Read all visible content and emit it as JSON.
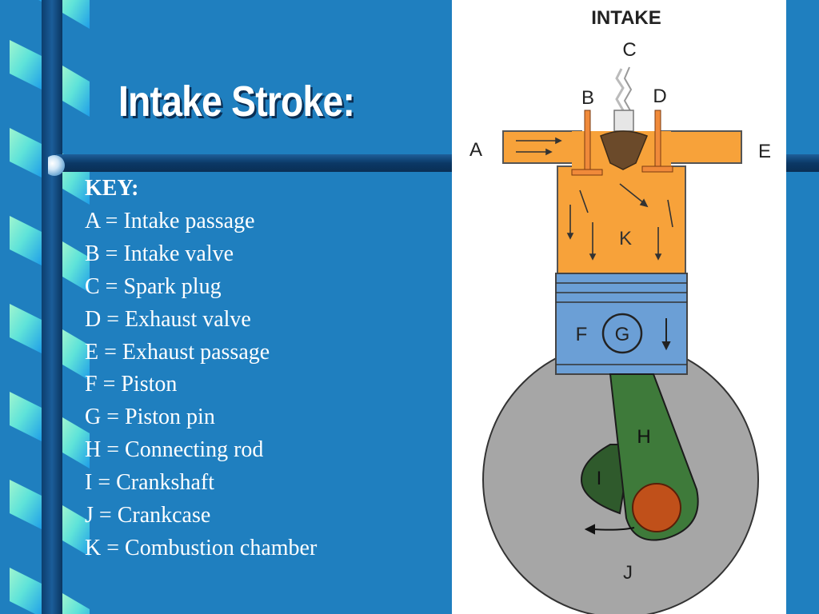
{
  "slide": {
    "title": "Intake Stroke:",
    "key_heading": "KEY:",
    "key_items": [
      "A = Intake passage",
      "B = Intake valve",
      "C = Spark plug",
      "D = Exhaust valve",
      "E = Exhaust passage",
      "F = Piston",
      "G = Piston pin",
      "H = Connecting rod",
      "I = Crankshaft",
      "J = Crankcase",
      "K = Combustion chamber"
    ]
  },
  "diagram": {
    "caption": "INTAKE",
    "labels": {
      "a": "A",
      "b": "B",
      "c": "C",
      "d": "D",
      "e": "E",
      "f": "F",
      "g": "G",
      "h": "H",
      "i": "I",
      "j": "J",
      "k": "K"
    }
  },
  "colors": {
    "background": "#1f7fbf",
    "title_text": "#ffffff",
    "combustion_chamber": "#f7a23a",
    "piston": "#6b9fd6",
    "connecting_rod": "#3e7a3a",
    "crankcase": "#a6a6a6",
    "crank_pin": "#c0501a"
  }
}
